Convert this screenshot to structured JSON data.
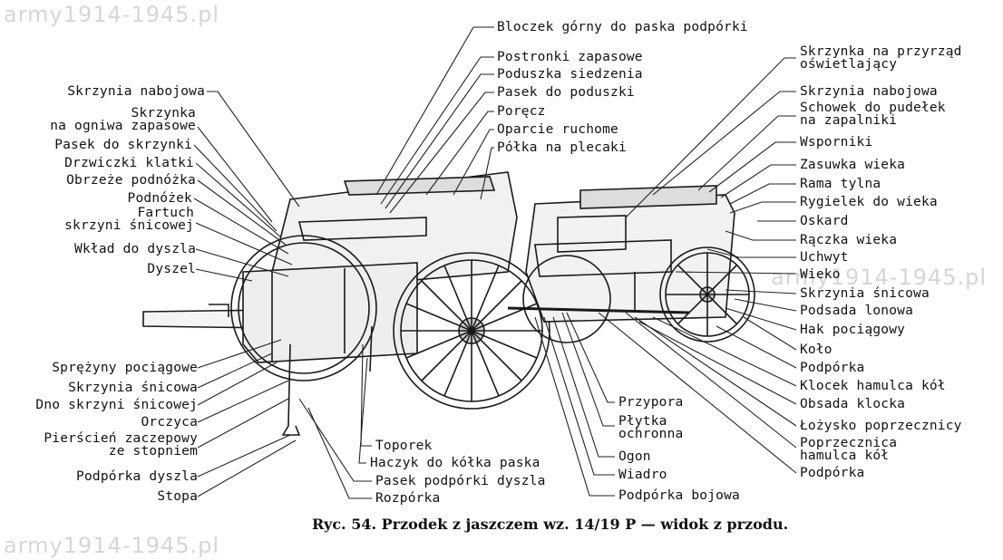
{
  "watermarks": [
    "army1914-1945.pl",
    "army1914-1945.pl",
    "army1914-1945.pl"
  ],
  "left_labels": [
    "Skrzynia nabojowa",
    "Skrzynka\nna ogniwa zapasowe",
    "Pasek do skrzynki",
    "Drzwiczki klatki",
    "Obrzeże podnóżka",
    "Podnóżek",
    "Fartuch\nskrzyni śnicowej",
    "Wkład do dyszla",
    "Dyszel",
    "Sprężyny pociągowe",
    "Skrzynia śnicowa",
    "Dno skrzyni śnicowej",
    "Orczyca",
    "Pierścień zaczepowy\nze stopniem",
    "Podpórka dyszla",
    "Stopa"
  ],
  "top_labels": [
    "Bloczek górny do paska podpórki",
    "Postronki zapasowe",
    "Poduszka siedzenia",
    "Pasek do poduszki",
    "Poręcz",
    "Oparcie ruchome",
    "Półka na plecaki"
  ],
  "right_labels": [
    "Skrzynka na przyrząd\noświetlający",
    "Skrzynia nabojowa",
    "Schowek do pudełek\nna zapalniki",
    "Wsporniki",
    "Zasuwka wieka",
    "Rama tylna",
    "Rygielek do wieka",
    "Oskard",
    "Rączka wieka",
    "Uchwyt",
    "Wieko",
    "Skrzynia śnicowa",
    "Podsada lonowa",
    "Hak pociągowy",
    "Koło",
    "Podpórka",
    "Klocek hamulca kół",
    "Obsada klocka",
    "Łożysko poprzecznicy",
    "Poprzecznica\nhamulca kół",
    "Podpórka"
  ],
  "bottom_left_labels": [
    "Toporek",
    "Haczyk do kółka paska",
    "Pasek podpórki dyszla",
    "Rozpórka"
  ],
  "bottom_mid_labels": [
    "Przypora",
    "Płytka\nochronna",
    "Ogon",
    "Wiadro",
    "Podpórka bojowa"
  ],
  "caption": "Ryc. 54. Przodek z jaszczem wz. 14/19 P — widok z przodu."
}
